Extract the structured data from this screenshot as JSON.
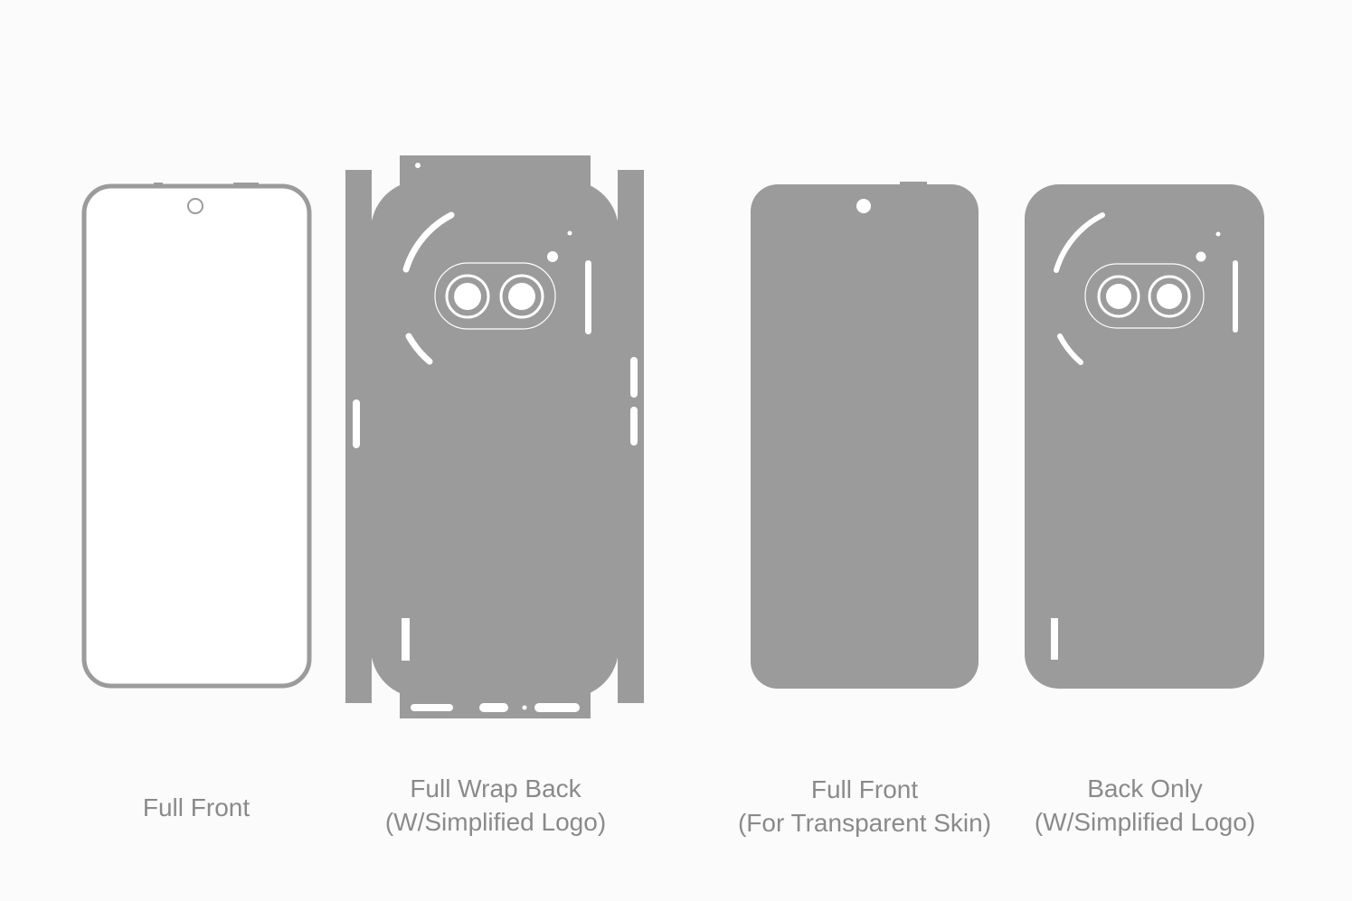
{
  "colors": {
    "skin": "#9b9b9b",
    "background": "#fbfbfb",
    "text": "#8a8a8a"
  },
  "templates": [
    {
      "title": "Full Front",
      "subtitle": ""
    },
    {
      "title": "Full Wrap Back",
      "subtitle": "(W/Simplified Logo)"
    },
    {
      "title": "Full Front",
      "subtitle": "(For Transparent Skin)"
    },
    {
      "title": "Back Only",
      "subtitle": "(W/Simplified Logo)"
    }
  ]
}
